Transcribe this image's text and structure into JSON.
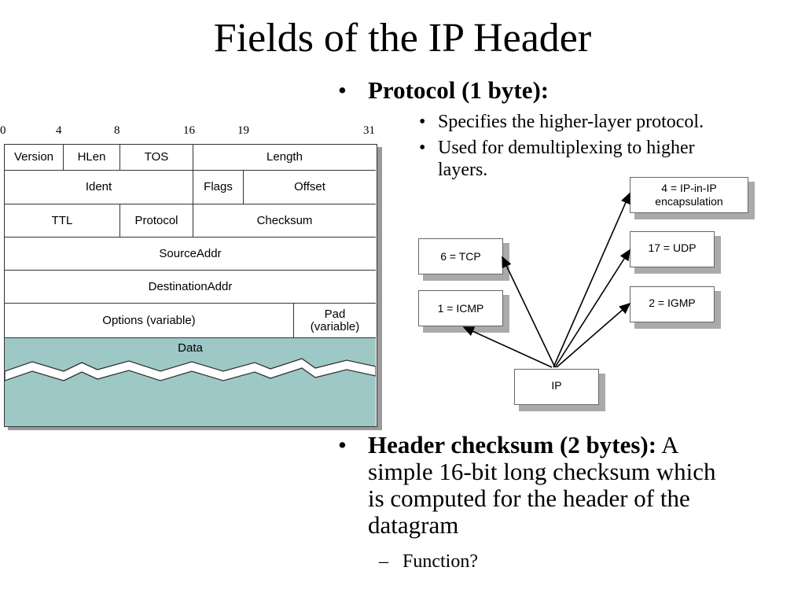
{
  "title": "Fields of the IP Header",
  "bullets": {
    "protocol": {
      "heading": "Protocol (1 byte):",
      "sub": [
        "Specifies the higher-layer protocol.",
        "Used for demultiplexing to higher",
        "layers."
      ]
    },
    "checksum": {
      "heading": "Header checksum (2 bytes):",
      "text_line1": "A",
      "text_lines": [
        "simple 16-bit long checksum which",
        "is computed for the header of the",
        "datagram"
      ],
      "sub": "Function?"
    },
    "bullet_glyph": "•",
    "dash_glyph": "–"
  },
  "header_diagram": {
    "bit_positions": [
      "0",
      "4",
      "8",
      "16",
      "19",
      "31"
    ],
    "rows": [
      [
        "Version",
        "HLen",
        "TOS",
        "Length"
      ],
      [
        "Ident",
        "Flags",
        "Offset"
      ],
      [
        "TTL",
        "Protocol",
        "Checksum"
      ],
      [
        "SourceAddr"
      ],
      [
        "DestinationAddr"
      ],
      [
        "Options (variable)",
        "Pad (variable)"
      ]
    ],
    "data_label": "Data",
    "colors": {
      "data_fill": "#9dc8c6",
      "lines": "#333333"
    }
  },
  "protocol_map": {
    "center": "IP",
    "left": [
      "6 = TCP",
      "1 = ICMP"
    ],
    "right": [
      "4 = IP-in-IP encapsulation",
      "17 = UDP",
      "2 = IGMP"
    ]
  }
}
